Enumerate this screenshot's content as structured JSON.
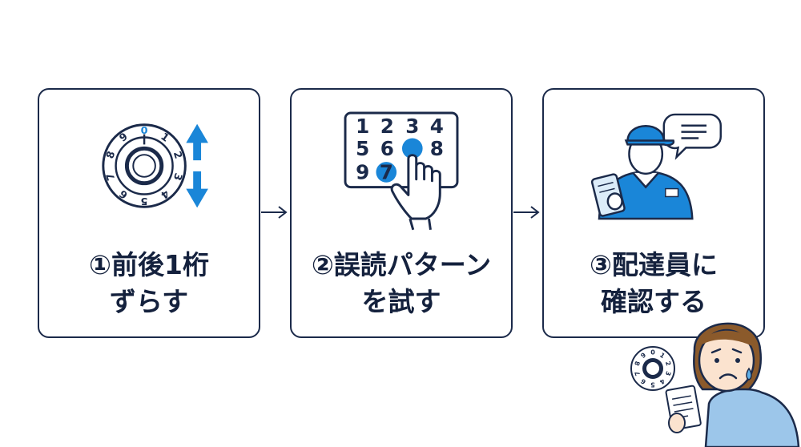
{
  "steps": [
    {
      "title_line1": "①前後1桁",
      "title_line2": "ずらす",
      "dial_digits": [
        "0",
        "1",
        "2",
        "3",
        "4",
        "5",
        "6",
        "7",
        "8",
        "9"
      ]
    },
    {
      "title_line1": "②誤読パターン",
      "title_line2": "を試す",
      "keypad_digits": [
        "1",
        "2",
        "3",
        "4",
        "5",
        "6",
        "8",
        "9",
        "7"
      ]
    },
    {
      "title_line1": "③配達員に",
      "title_line2": "確認する"
    }
  ],
  "colors": {
    "navy": "#1b2a4a",
    "blue": "#1a86d8",
    "light_blue": "#9cc6ea"
  }
}
